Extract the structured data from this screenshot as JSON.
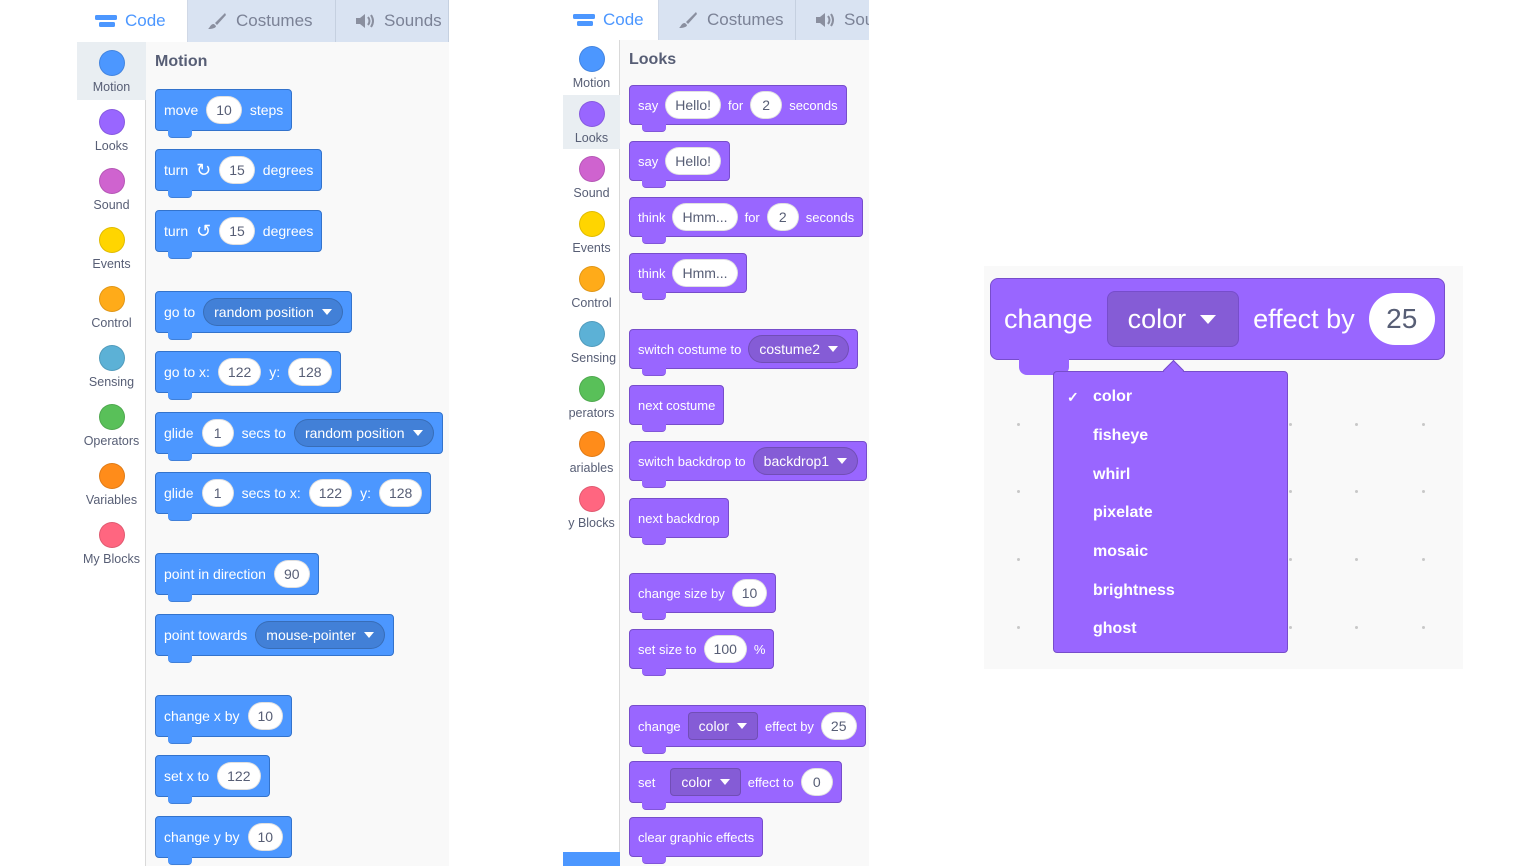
{
  "colors": {
    "motion": "#4c97ff",
    "looks": "#9966ff",
    "sound": "#cf63cf",
    "events": "#ffd500",
    "control": "#ffab19",
    "sensing": "#5cb1d6",
    "operators": "#59c059",
    "variables": "#ff8c1a",
    "myblocks": "#ff6680"
  },
  "tabs": {
    "code": "Code",
    "costumes": "Costumes",
    "sounds": "Sounds",
    "sounds_cut": "Sou"
  },
  "icons": {
    "code": "code-icon",
    "costumes": "brush-icon",
    "sounds": "speaker-icon"
  },
  "motion_panel": {
    "categories": [
      "Motion",
      "Looks",
      "Sound",
      "Events",
      "Control",
      "Sensing",
      "Operators",
      "Variables",
      "My Blocks"
    ],
    "title": "Motion",
    "blocks": {
      "move": {
        "a": "move",
        "v": "10",
        "b": "steps"
      },
      "turn_right": {
        "a": "turn",
        "v": "15",
        "b": "degrees"
      },
      "turn_left": {
        "a": "turn",
        "v": "15",
        "b": "degrees"
      },
      "goto": {
        "a": "go to",
        "d": "random position"
      },
      "gotoxy": {
        "a": "go to x:",
        "x": "122",
        "b": "y:",
        "y": "128"
      },
      "glide_to": {
        "a": "glide",
        "v": "1",
        "b": "secs to",
        "d": "random position"
      },
      "glide_xy": {
        "a": "glide",
        "v": "1",
        "b": "secs to x:",
        "x": "122",
        "c": "y:",
        "y": "128"
      },
      "point_dir": {
        "a": "point in direction",
        "v": "90"
      },
      "point_towards": {
        "a": "point towards",
        "d": "mouse-pointer"
      },
      "change_x": {
        "a": "change x by",
        "v": "10"
      },
      "set_x": {
        "a": "set x to",
        "v": "122"
      },
      "change_y": {
        "a": "change y by",
        "v": "10"
      }
    }
  },
  "looks_panel": {
    "categories": [
      "Motion",
      "Looks",
      "Sound",
      "Events",
      "Control",
      "Sensing",
      "perators",
      "ariables",
      "y Blocks"
    ],
    "title": "Looks",
    "blocks": {
      "say_for": {
        "a": "say",
        "t": "Hello!",
        "b": "for",
        "v": "2",
        "c": "seconds"
      },
      "say": {
        "a": "say",
        "t": "Hello!"
      },
      "think_for": {
        "a": "think",
        "t": "Hmm...",
        "b": "for",
        "v": "2",
        "c": "seconds"
      },
      "think": {
        "a": "think",
        "t": "Hmm..."
      },
      "switch_costume": {
        "a": "switch costume to",
        "d": "costume2"
      },
      "next_costume": {
        "a": "next costume"
      },
      "switch_backdrop": {
        "a": "switch backdrop to",
        "d": "backdrop1"
      },
      "next_backdrop": {
        "a": "next backdrop"
      },
      "change_size": {
        "a": "change size by",
        "v": "10"
      },
      "set_size": {
        "a": "set size to",
        "v": "100",
        "b": "%"
      },
      "change_effect": {
        "a": "change",
        "d": "color",
        "b": "effect by",
        "v": "25"
      },
      "set_effect": {
        "a": "set",
        "d": "color",
        "b": "effect to",
        "v": "0"
      },
      "clear_effects": {
        "a": "clear graphic effects"
      }
    }
  },
  "zoom": {
    "change": "change",
    "effect": "color",
    "effect_by": "effect by",
    "value": "25",
    "check": "✓",
    "menu": [
      "color",
      "fisheye",
      "whirl",
      "pixelate",
      "mosaic",
      "brightness",
      "ghost"
    ]
  }
}
